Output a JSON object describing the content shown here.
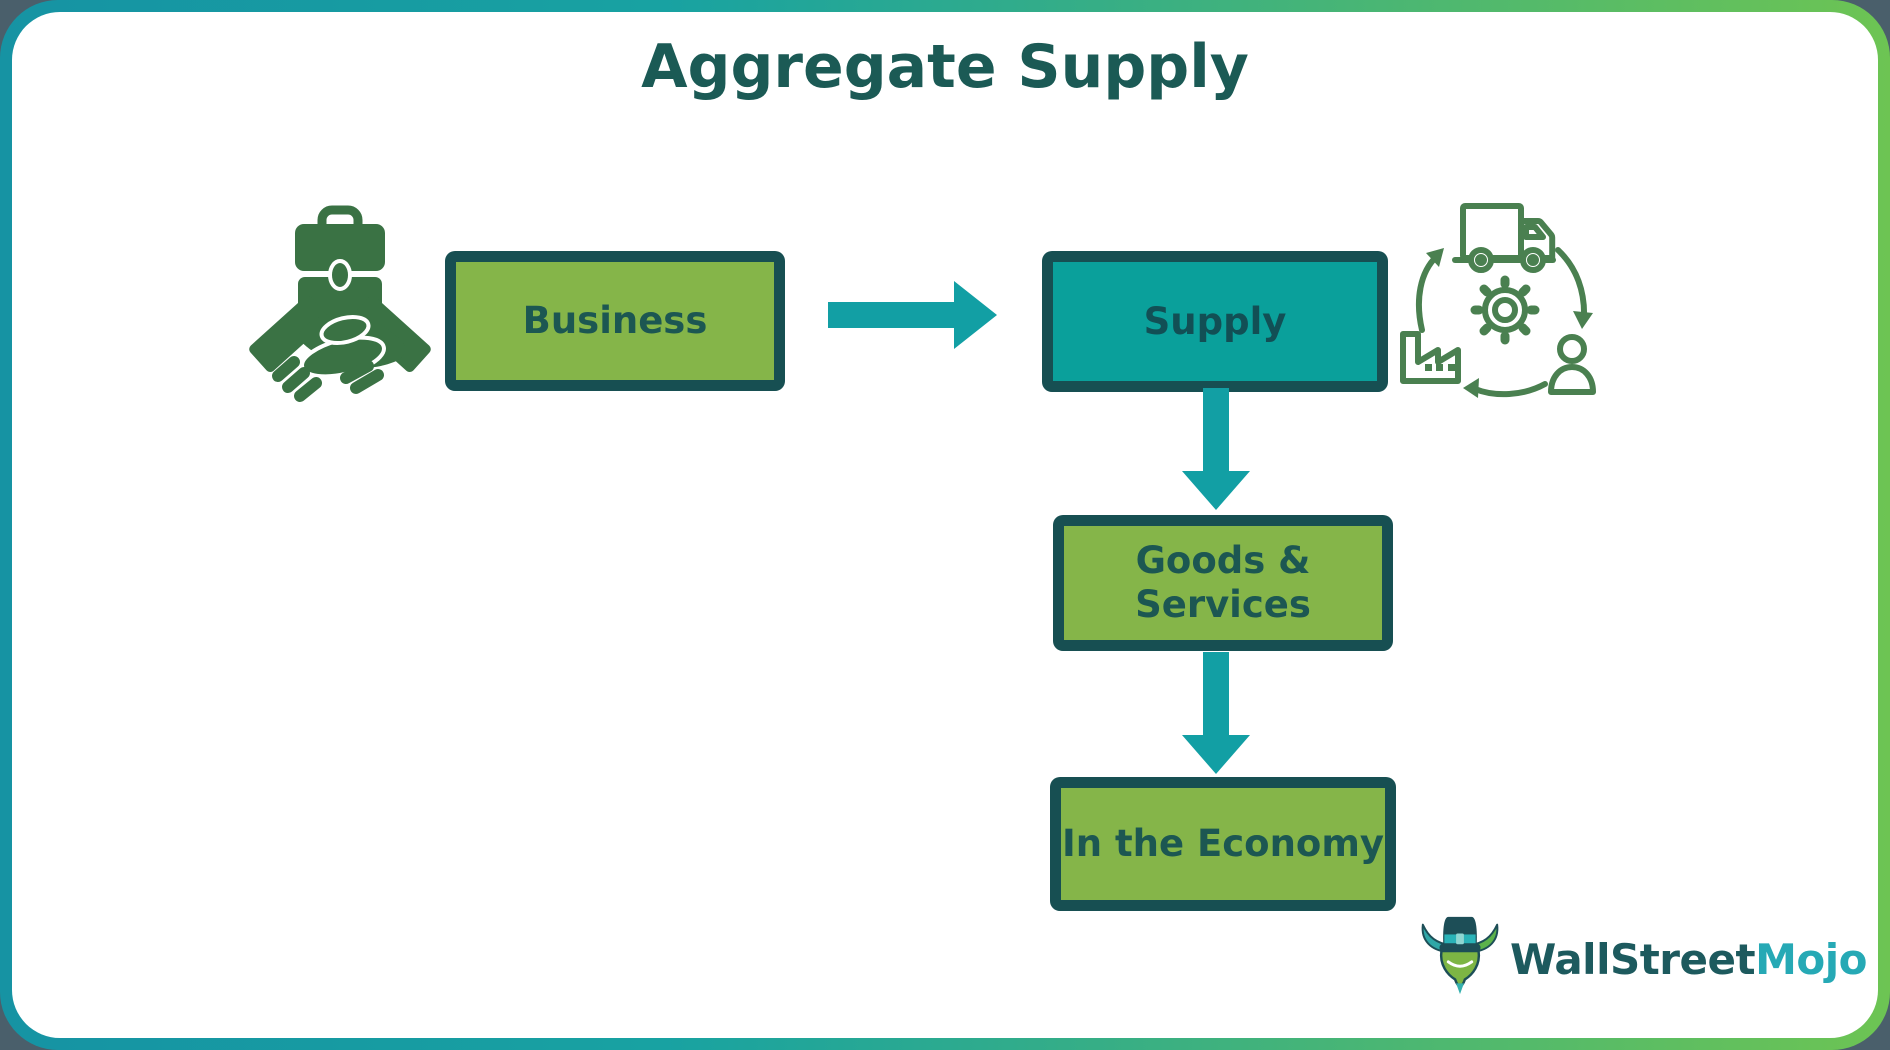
{
  "title": "Aggregate Supply",
  "flow": {
    "business": {
      "label": "Business"
    },
    "supply": {
      "label": "Supply"
    },
    "goods_services": {
      "label_line1": "Goods &",
      "label_line2": "Services"
    },
    "economy": {
      "label": "In the Economy"
    }
  },
  "icons": {
    "business_icon": "handshake-briefcase-icon",
    "supply_icon": "supply-chain-cycle-icon",
    "supply_icon_parts": [
      "truck",
      "gear",
      "factory",
      "person",
      "cycle-arrows"
    ]
  },
  "logo": {
    "part1": "WallStreet",
    "part2": "Mojo",
    "mascot": "bull-with-top-hat"
  },
  "colors": {
    "background_slate": "#4a5f6b",
    "frame_gradient_start": "#1693a3",
    "frame_gradient_end": "#6dc453",
    "card_background": "#ffffff",
    "title_text": "#1b5a55",
    "box_green_fill": "#85b549",
    "box_teal_fill": "#0aa09b",
    "box_border_dark": "#174f52",
    "box_text_dark": "#1c5752",
    "arrow_teal": "#129fa4",
    "handshake_icon_green": "#3a7244",
    "supply_chain_icon_green": "#4a8050",
    "logo_text_dark": "#1d5a5e",
    "logo_text_teal": "#26a9b5"
  }
}
